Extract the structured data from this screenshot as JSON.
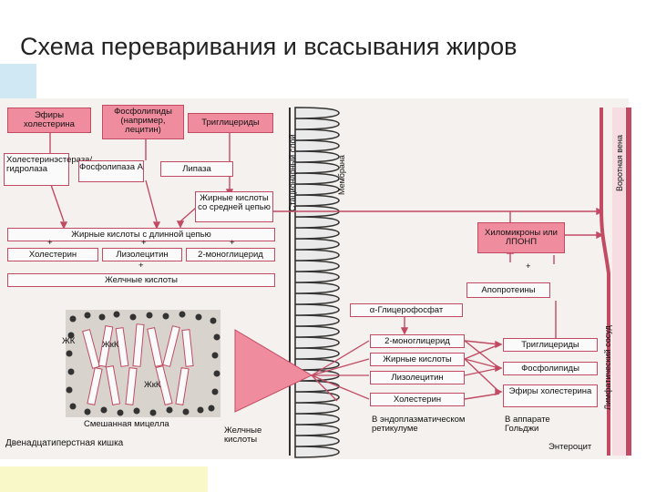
{
  "title": "Схема переваривания и всасывания жиров",
  "top_boxes": {
    "cholesterol_esters": "Эфиры холестерина",
    "phospholipids": "Фосфолипиды (например, лецитин)",
    "triglycerides": "Триглицериды"
  },
  "enzymes": {
    "cholesterol_esterase": "Холестеринэстераза/гидролаза",
    "phospholipase": "Фосфолипаза А",
    "lipase": "Липаза"
  },
  "medium_fa": "Жирные кислоты со средней цепью",
  "long_fa": "Жирные кислоты с длинной цепью",
  "plus": "+",
  "cholesterol": "Холестерин",
  "lysolecithin": "Лизолецитин",
  "monoglyceride": "2-моноглицерид",
  "bile_acids": "Желчные кислоты",
  "micelle": {
    "label": "Смешанная мицелла",
    "zhk": "ЖК",
    "zhkk": "ЖкК"
  },
  "duodenum": "Двенадцатиперстная кишка",
  "stationary_layer": "Стационарный слой",
  "membrane": "Мембрана",
  "portal_vein": "Воротная вена",
  "lymph_vessel": "Лимфатический сосуд",
  "chylomicrons": "Хиломикроны или ЛПОНП",
  "apoproteins": "Апопротеины",
  "glycerophosphate": "α-Глицерофосфат",
  "er_items": [
    "2-моноглицерид",
    "Жирные кислоты",
    "Лизолецитин",
    "Холестерин"
  ],
  "golgi_items": [
    "Триглицериды",
    "Фосфолипиды",
    "Эфиры холестерина"
  ],
  "er_label": "В эндоплазматическом ретикулуме",
  "golgi_label": "В аппарате Гольджи",
  "enterocyte": "Энтероцит",
  "bile_acids_2": "Желчные кислоты"
}
